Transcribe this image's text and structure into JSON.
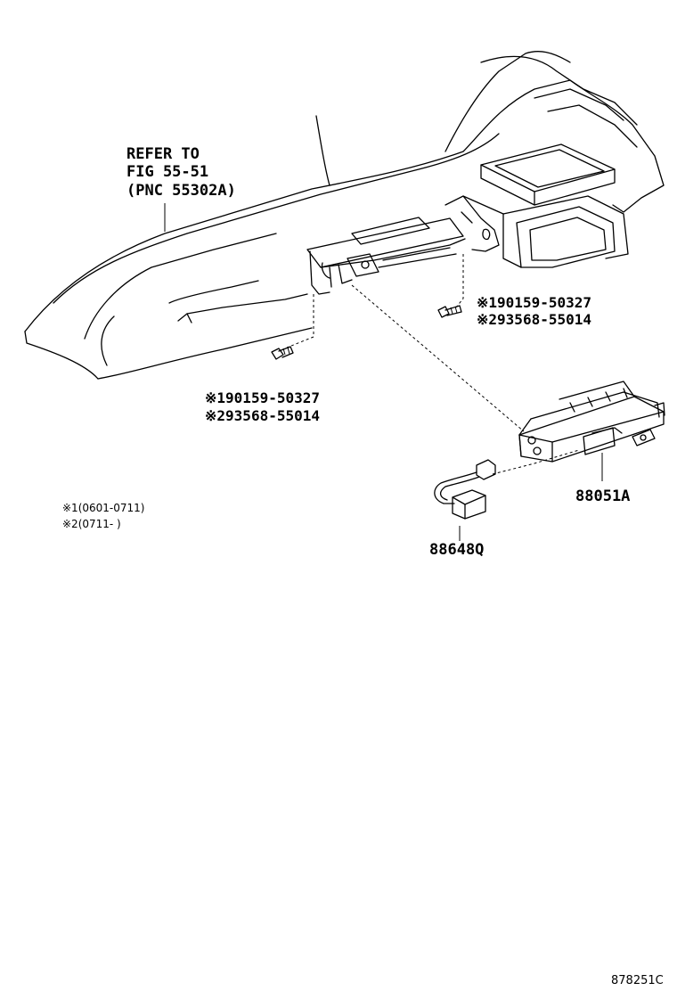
{
  "refer_note": {
    "line1": "REFER TO",
    "line2": "FIG 55-51",
    "line3": "(PNC 55302A)"
  },
  "bolt_right": {
    "line1": "※190159-50327",
    "line2": "※293568-55014"
  },
  "bolt_left": {
    "line1": "※190159-50327",
    "line2": "※293568-55014"
  },
  "part_88051A": "88051A",
  "part_88648Q": "88648Q",
  "legend": {
    "line1": "※1(0601-0711)",
    "line2": "※2(0711-      )"
  },
  "illustration_code": "878251C"
}
